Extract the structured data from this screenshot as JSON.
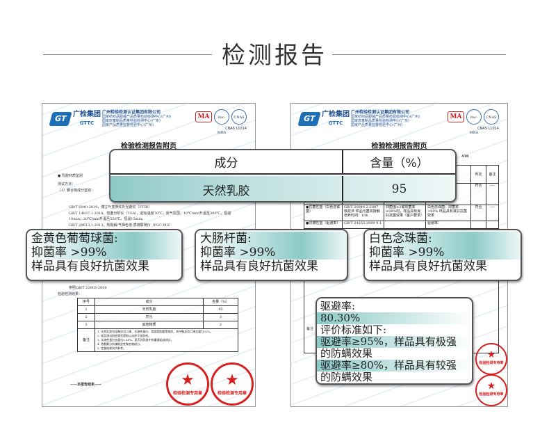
{
  "page_title": "检测报告",
  "logo": {
    "mark": "GT",
    "name": "广检集团",
    "sub": "GTTC"
  },
  "company": {
    "name": "广州检验检测认证集团有限公司",
    "lines": [
      "国家纺织品服装产品质量检验检测中心(广州)",
      "国家皮革制品质量检验检测中心(广东)",
      "国家产品质量监督检验中心(广州)"
    ]
  },
  "certs": [
    "MA",
    "ilac-MRA",
    "CNAS"
  ],
  "cert_no": "CNAS L1014",
  "left_doc": {
    "title": "检验检测报告附页",
    "bullet": "乳胶材质鉴别",
    "method_label": "测试方法：",
    "method_1": "（1）聚合物成分鉴别：",
    "std_1": "GB/T 6040-2019，傅立叶变换红外光谱仪（FTIR）",
    "std_2": "GB/T 14837.1-2018，热重分析仪（TGA），起始温度70℃；氮气氛围；10℃/min升温至300℃，恒温10min；20℃/min升温至550℃，恒温15min。",
    "std_3": "GB/T 29613.1-2013，热裂解/气相色谱-质谱联用仪（PGC-MS）",
    "ref": "参照GB/T 22903-2008",
    "result_label": "检验检测结果：",
    "table_headers": [
      "序号",
      "成分",
      "含量（%）"
    ],
    "table_rows": [
      [
        "1",
        "天然乳胶",
        "95"
      ],
      [
        "2",
        "灰分",
        "3"
      ],
      [
        "3",
        "其他物质",
        "2"
      ]
    ],
    "notes_label": "备注",
    "notes": [
      "1. 天然乳胶包括聚异戊二烯、水溶性蛋白、游离脂肪酸等物质，其中聚异戊二烯含量为92%。",
      "2. 样品测试前经索氏提取以去除干扰助剂。",
      "3. 水溶性蛋白含量为0.08%，是天然乳胶中的重要组成成分。",
      "4. 热裂解分析辅助定性聚合物成分。",
      "5. 定量结果仅供参考。"
    ],
    "end": "——本报告结束——",
    "stamp_text": "检验检测专用章"
  },
  "right_doc": {
    "title": "检验检测报告附页",
    "report_suffix": "438",
    "headers": [
      "判定",
      "备注"
    ],
    "pass": "符合",
    "dash": "----",
    "item_antibac": "●抗菌性能（白色念珠菌）",
    "method_antibac": "GB/T 20944.2-2007 吸收法 样品与菌液接触培养时间：18h",
    "req_antibac": "抑菌值≥2或抑菌率≥99%时，样品具有良好抗菌效果（客户要求）",
    "res_antibac": "白色念珠菌：抑菌率 >99% 样品具有良好抗菌效果",
    "item_mite": "●防螨性能（驱避率）",
    "method_mite": "GB/T 24253-2009 9.1",
    "res_mite": "驱避率：",
    "notes_label": "备注",
    "stamp_text": "检验检测专用章"
  },
  "overlay_table": {
    "headers": [
      "成分",
      "含量（%）"
    ],
    "row": [
      "天然乳胶",
      "95"
    ]
  },
  "callouts": [
    {
      "name": "金黄色葡萄球菌:",
      "rate": "抑菌率  >99%",
      "result": "样品具有良好抗菌效果"
    },
    {
      "name": "大肠杆菌:",
      "rate": "抑菌率  >99%",
      "result": "样品具有良好抗菌效果"
    },
    {
      "name": "白色念珠菌:",
      "rate": "抑菌率  >99%",
      "result": "样品具有良好抗菌效果"
    }
  ],
  "mite_callout": {
    "label": "驱避率:",
    "value": "80.30%",
    "criteria_label": "评价标准如下:",
    "c1a": "驱避率≥95%，样品具有极强",
    "c1b": "的防螨效果",
    "c2a": "驱避率≥80%，样品具有较强",
    "c2b": "的防螨效果"
  }
}
